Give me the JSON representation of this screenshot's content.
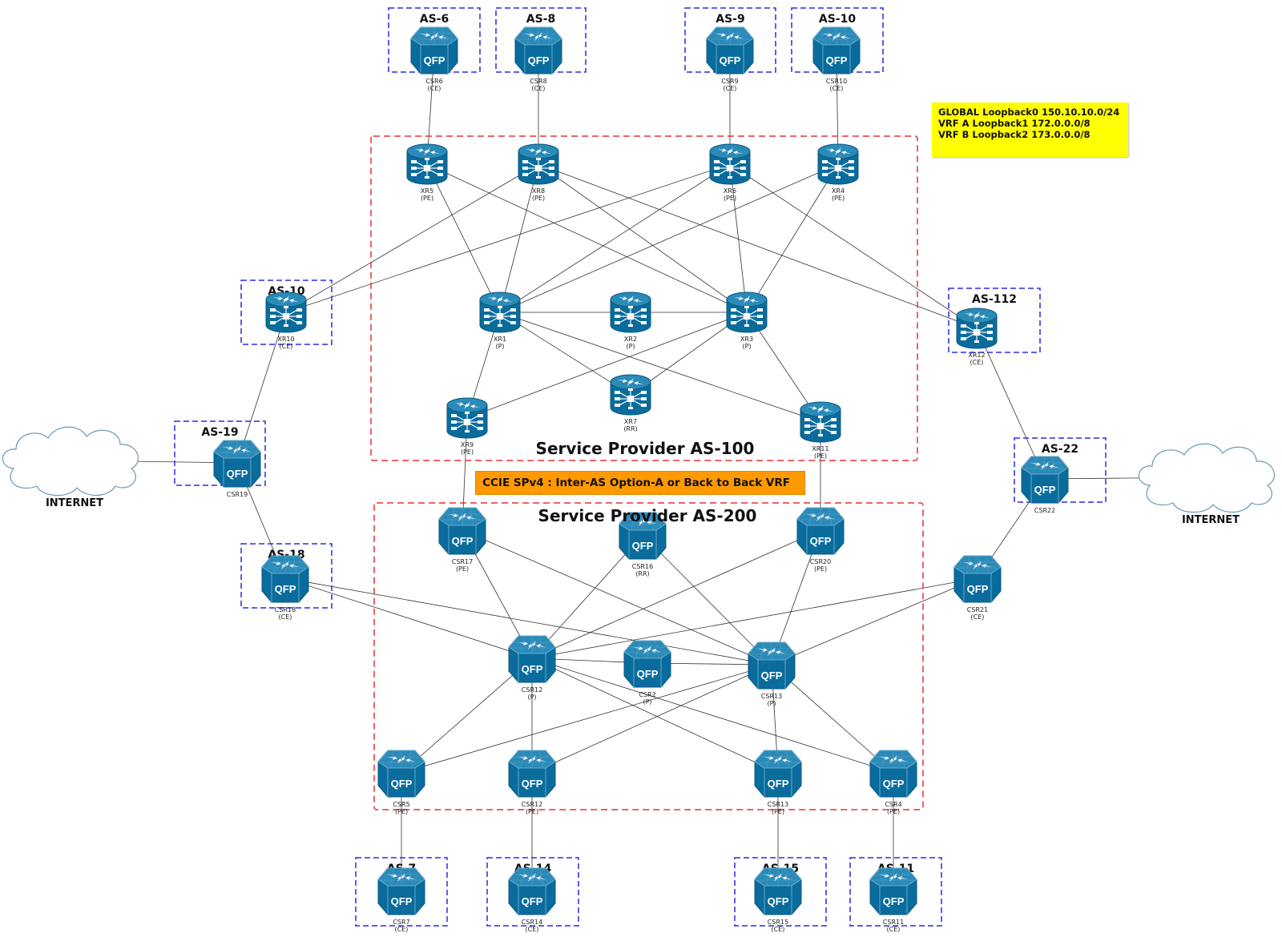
{
  "colors": {
    "device_blue": "#0a6c9c",
    "as_box_border": "#2a2ae8",
    "sp_box_border": "#e83030",
    "note_bg": "#ffff00",
    "banner_bg": "#ff9900",
    "link": "#333333",
    "cloud_stroke": "#6a98b4"
  },
  "banner": {
    "text": "CCIE SPv4 : Inter-AS Option-A or Back to Back VRF"
  },
  "note": {
    "lines": [
      "GLOBAL Loopback0 150.10.10.0/24",
      "VRF A Loopback1 172.0.0.0/8",
      "VRF B Loopback2 173.0.0.0/8"
    ]
  },
  "provider_domains": [
    {
      "id": "sp100",
      "title": "Service Provider AS-100"
    },
    {
      "id": "sp200",
      "title": "Service Provider AS-200"
    }
  ],
  "clouds": [
    {
      "id": "inet-left",
      "label": "INTERNET"
    },
    {
      "id": "inet-right",
      "label": "INTERNET"
    }
  ],
  "as_boxes": [
    {
      "id": "as6",
      "label": "AS-6"
    },
    {
      "id": "as8",
      "label": "AS-8"
    },
    {
      "id": "as9",
      "label": "AS-9"
    },
    {
      "id": "as10t",
      "label": "AS-10"
    },
    {
      "id": "as10l",
      "label": "AS-10"
    },
    {
      "id": "as112",
      "label": "AS-112"
    },
    {
      "id": "as19",
      "label": "AS-19"
    },
    {
      "id": "as22",
      "label": "AS-22"
    },
    {
      "id": "as18",
      "label": "AS-18"
    },
    {
      "id": "as7",
      "label": "AS-7"
    },
    {
      "id": "as14",
      "label": "AS-14"
    },
    {
      "id": "as15",
      "label": "AS-15"
    },
    {
      "id": "as11",
      "label": "AS-11"
    }
  ],
  "devices": [
    {
      "id": "CSR6",
      "type": "csr",
      "name": "CSR6",
      "role": "(CE)"
    },
    {
      "id": "CSR8",
      "type": "csr",
      "name": "CSR8",
      "role": "(CE)"
    },
    {
      "id": "CSR9",
      "type": "csr",
      "name": "CSR9",
      "role": "(CE)"
    },
    {
      "id": "CSR10",
      "type": "csr",
      "name": "CSR10",
      "role": "(CE)"
    },
    {
      "id": "XR5",
      "type": "xr",
      "name": "XR5",
      "role": "(PE)"
    },
    {
      "id": "XR8",
      "type": "xr",
      "name": "XR8",
      "role": "(PE)"
    },
    {
      "id": "XR6",
      "type": "xr",
      "name": "XR6",
      "role": "(PE)"
    },
    {
      "id": "XR4",
      "type": "xr",
      "name": "XR4",
      "role": "(PE)"
    },
    {
      "id": "XR10",
      "type": "xr",
      "name": "XR10",
      "role": "(CE)"
    },
    {
      "id": "XR1",
      "type": "xr",
      "name": "XR1",
      "role": "(P)"
    },
    {
      "id": "XR2",
      "type": "xr",
      "name": "XR2",
      "role": "(P)"
    },
    {
      "id": "XR3",
      "type": "xr",
      "name": "XR3",
      "role": "(P)"
    },
    {
      "id": "XR12",
      "type": "xr",
      "name": "XR12",
      "role": "(CE)"
    },
    {
      "id": "XR9",
      "type": "xr",
      "name": "XR9",
      "role": "(PE)"
    },
    {
      "id": "XR7",
      "type": "xr",
      "name": "XR7",
      "role": "(RR)"
    },
    {
      "id": "XR11",
      "type": "xr",
      "name": "XR11",
      "role": "(PE)"
    },
    {
      "id": "CSR19",
      "type": "csr",
      "name": "CSR19",
      "role": ""
    },
    {
      "id": "CSR22",
      "type": "csr",
      "name": "CSR22",
      "role": ""
    },
    {
      "id": "CSR17",
      "type": "csr",
      "name": "CSR17",
      "role": "(PE)"
    },
    {
      "id": "CSR16",
      "type": "csr",
      "name": "CSR16",
      "role": "(RR)"
    },
    {
      "id": "CSR20",
      "type": "csr",
      "name": "CSR20",
      "role": "(PE)"
    },
    {
      "id": "CSR18",
      "type": "csr",
      "name": "CSR18",
      "role": "(CE)"
    },
    {
      "id": "CSR21",
      "type": "csr",
      "name": "CSR21",
      "role": "(CE)"
    },
    {
      "id": "CSR12P",
      "type": "csr",
      "name": "CSR12",
      "role": "(P)"
    },
    {
      "id": "CSR2",
      "type": "csr",
      "name": "CSR2",
      "role": "(P)"
    },
    {
      "id": "CSR13P",
      "type": "csr",
      "name": "CSR13",
      "role": "(P)"
    },
    {
      "id": "CSR5",
      "type": "csr",
      "name": "CSR5",
      "role": "(PE)"
    },
    {
      "id": "CSR12PE",
      "type": "csr",
      "name": "CSR12",
      "role": "(PE)"
    },
    {
      "id": "CSR13PE",
      "type": "csr",
      "name": "CSR13",
      "role": "(PE)"
    },
    {
      "id": "CSR4",
      "type": "csr",
      "name": "CSR4",
      "role": "(PE)"
    },
    {
      "id": "CSR7",
      "type": "csr",
      "name": "CSR7",
      "role": "(CE)"
    },
    {
      "id": "CSR14",
      "type": "csr",
      "name": "CSR14",
      "role": "(CE)"
    },
    {
      "id": "CSR15",
      "type": "csr",
      "name": "CSR15",
      "role": "(CE)"
    },
    {
      "id": "CSR11",
      "type": "csr",
      "name": "CSR11",
      "role": "(CE)"
    }
  ],
  "links": [
    [
      "CSR6",
      "XR5"
    ],
    [
      "CSR8",
      "XR8"
    ],
    [
      "CSR9",
      "XR6"
    ],
    [
      "CSR10",
      "XR4"
    ],
    [
      "XR5",
      "XR1"
    ],
    [
      "XR5",
      "XR3"
    ],
    [
      "XR8",
      "XR1"
    ],
    [
      "XR8",
      "XR3"
    ],
    [
      "XR8",
      "XR12"
    ],
    [
      "XR8",
      "XR10"
    ],
    [
      "XR6",
      "XR1"
    ],
    [
      "XR6",
      "XR3"
    ],
    [
      "XR6",
      "XR10"
    ],
    [
      "XR6",
      "XR12"
    ],
    [
      "XR4",
      "XR1"
    ],
    [
      "XR4",
      "XR3"
    ],
    [
      "XR1",
      "XR2"
    ],
    [
      "XR2",
      "XR3"
    ],
    [
      "XR1",
      "XR9"
    ],
    [
      "XR1",
      "XR7"
    ],
    [
      "XR1",
      "XR11"
    ],
    [
      "XR3",
      "XR9"
    ],
    [
      "XR3",
      "XR7"
    ],
    [
      "XR3",
      "XR11"
    ],
    [
      "XR10",
      "CSR19"
    ],
    [
      "CSR19",
      "CSR18"
    ],
    [
      "CSR19",
      "inet-left"
    ],
    [
      "XR12",
      "CSR22"
    ],
    [
      "CSR22",
      "CSR21"
    ],
    [
      "CSR22",
      "inet-right"
    ],
    [
      "XR9",
      "CSR17"
    ],
    [
      "XR11",
      "CSR20"
    ],
    [
      "CSR17",
      "CSR12P"
    ],
    [
      "CSR17",
      "CSR13P"
    ],
    [
      "CSR16",
      "CSR12P"
    ],
    [
      "CSR16",
      "CSR13P"
    ],
    [
      "CSR20",
      "CSR12P"
    ],
    [
      "CSR20",
      "CSR13P"
    ],
    [
      "CSR18",
      "CSR12P"
    ],
    [
      "CSR18",
      "CSR13P"
    ],
    [
      "CSR21",
      "CSR12P"
    ],
    [
      "CSR21",
      "CSR13P"
    ],
    [
      "CSR12P",
      "CSR2"
    ],
    [
      "CSR2",
      "CSR13P"
    ],
    [
      "CSR12P",
      "CSR5"
    ],
    [
      "CSR12P",
      "CSR12PE"
    ],
    [
      "CSR12P",
      "CSR13PE"
    ],
    [
      "CSR12P",
      "CSR4"
    ],
    [
      "CSR13P",
      "CSR5"
    ],
    [
      "CSR13P",
      "CSR12PE"
    ],
    [
      "CSR13P",
      "CSR13PE"
    ],
    [
      "CSR13P",
      "CSR4"
    ],
    [
      "CSR5",
      "CSR7"
    ],
    [
      "CSR12PE",
      "CSR14"
    ],
    [
      "CSR13PE",
      "CSR15"
    ],
    [
      "CSR4",
      "CSR11"
    ]
  ]
}
